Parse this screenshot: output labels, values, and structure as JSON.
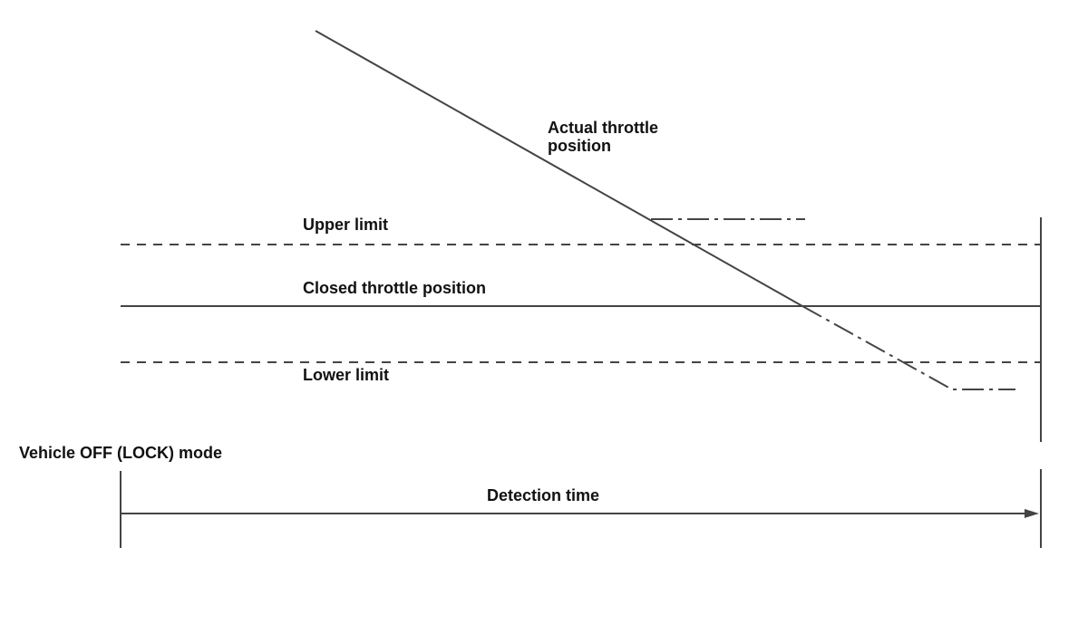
{
  "diagram": {
    "labels": {
      "actual_line1": "Actual throttle",
      "actual_line2": "position",
      "upper_limit": "Upper limit",
      "closed_position": "Closed throttle position",
      "lower_limit": "Lower limit",
      "vehicle_mode": "Vehicle OFF (LOCK) mode",
      "detection_time": "Detection time"
    },
    "colors": {
      "line": "#444444",
      "text": "#111111"
    }
  }
}
